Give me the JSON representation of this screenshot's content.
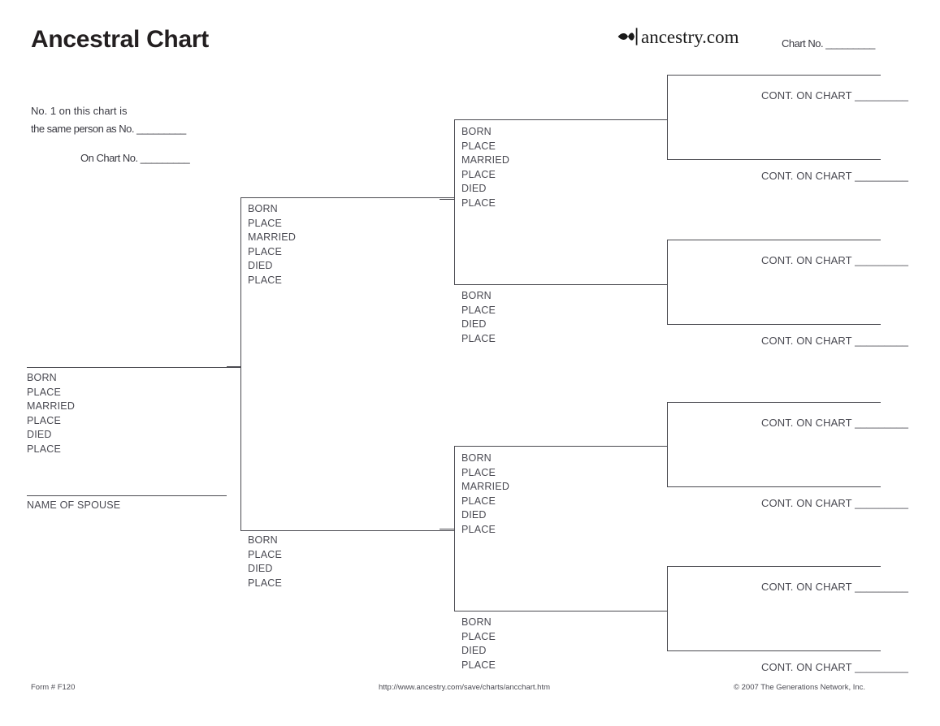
{
  "header": {
    "title": "Ancestral Chart",
    "brand_name": "ancestry.com",
    "brand_icon": "ancestry-leaf-icon",
    "chart_no_label": "Chart No. _________"
  },
  "note": {
    "line1": "No. 1 on this chart is",
    "line2": "the same person as No. _________",
    "line3": "On Chart No. _________"
  },
  "person1": {
    "fields": [
      "BORN",
      "PLACE",
      "MARRIED",
      "PLACE",
      "DIED",
      "PLACE"
    ],
    "spouse_label": "NAME OF SPOUSE"
  },
  "generation2": {
    "father": {
      "fields": [
        "BORN",
        "PLACE",
        "MARRIED",
        "PLACE",
        "DIED",
        "PLACE"
      ]
    },
    "mother": {
      "fields": [
        "BORN",
        "PLACE",
        "DIED",
        "PLACE"
      ]
    }
  },
  "generation3": {
    "boxes": [
      {
        "fields": [
          "BORN",
          "PLACE",
          "MARRIED",
          "PLACE",
          "DIED",
          "PLACE"
        ]
      },
      {
        "fields": [
          "BORN",
          "PLACE",
          "DIED",
          "PLACE"
        ]
      },
      {
        "fields": [
          "BORN",
          "PLACE",
          "MARRIED",
          "PLACE",
          "DIED",
          "PLACE"
        ]
      },
      {
        "fields": [
          "BORN",
          "PLACE",
          "DIED",
          "PLACE"
        ]
      }
    ]
  },
  "generation4": {
    "cont_label": "CONT. ON CHART _________",
    "entries": [
      {
        "label": "CONT. ON CHART _________"
      },
      {
        "label": "CONT. ON CHART _________"
      },
      {
        "label": "CONT. ON CHART _________"
      },
      {
        "label": "CONT. ON CHART _________"
      },
      {
        "label": "CONT. ON CHART _________"
      },
      {
        "label": "CONT. ON CHART _________"
      },
      {
        "label": "CONT. ON CHART _________"
      },
      {
        "label": "CONT. ON CHART _________"
      }
    ]
  },
  "footer": {
    "form": "Form # F120",
    "url": "http://www.ancestry.com/save/charts/ancchart.htm",
    "copyright": "© 2007 The Generations Network, Inc."
  },
  "colors": {
    "ink": "#231f20",
    "label": "#4a4a52",
    "rule": "#4a4a50",
    "page": "#ffffff"
  }
}
